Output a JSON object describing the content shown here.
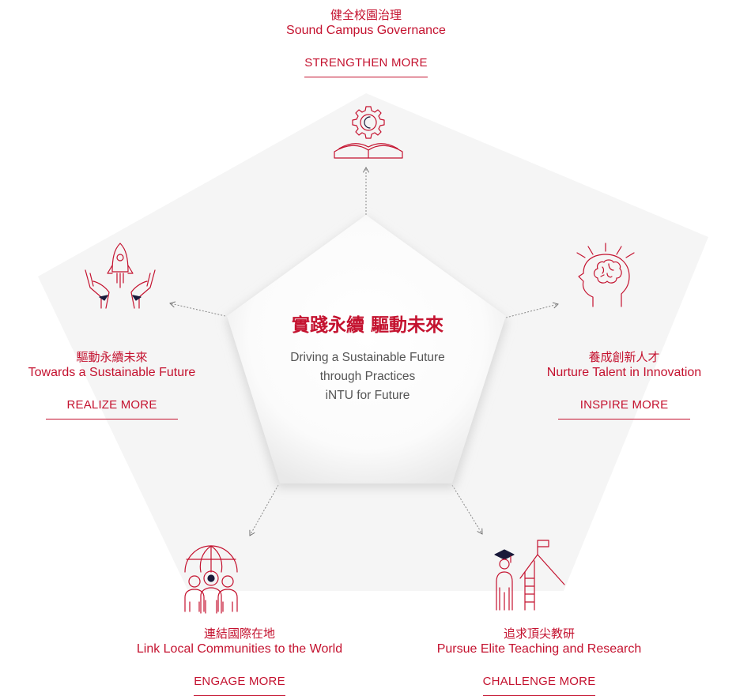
{
  "colors": {
    "accent": "#c4122f",
    "text_gray": "#555555",
    "pentagon_bg": "#f5f5f5"
  },
  "center": {
    "title": "實踐永續 驅動未來",
    "lines": [
      "Driving a Sustainable Future",
      "through Practices",
      "iNTU for Future"
    ]
  },
  "nodes": {
    "governance": {
      "zh": "健全校園治理",
      "en": "Sound Campus Governance",
      "more": "STRENGTHEN MORE",
      "icon": "gear-book-icon"
    },
    "future": {
      "zh": "驅動永續未來",
      "en": "Towards a Sustainable Future",
      "more": "REALIZE MORE",
      "icon": "rocket-hands-icon"
    },
    "talent": {
      "zh": "養成創新人才",
      "en": "Nurture Talent in Innovation",
      "more": "INSPIRE MORE",
      "icon": "brain-head-icon"
    },
    "world": {
      "zh": "連結國際在地",
      "en": "Link Local Communities to the World",
      "more": "ENGAGE MORE",
      "icon": "globe-people-icon"
    },
    "research": {
      "zh": "追求頂尖教研",
      "en": "Pursue Elite Teaching and Research",
      "more": "CHALLENGE MORE",
      "icon": "graduate-ladder-icon"
    }
  }
}
